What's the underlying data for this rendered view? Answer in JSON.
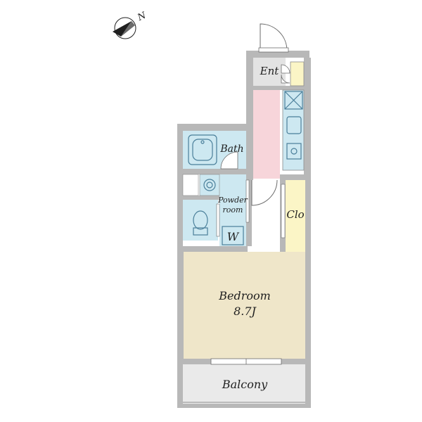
{
  "compass": {
    "label": "N"
  },
  "rooms": {
    "entrance": {
      "label": "Ent"
    },
    "bath": {
      "label": "Bath"
    },
    "powder_room": {
      "line1": "Powder",
      "line2": "room"
    },
    "washer": {
      "label": "W"
    },
    "closet": {
      "label": "Clo"
    },
    "bedroom": {
      "label": "Bedroom",
      "size": "8.7J"
    },
    "balcony": {
      "label": "Balcony"
    }
  },
  "colors": {
    "bedroom": "#efe6c9",
    "wet_areas": "#cde8f1",
    "kitchen_hall": "#f7d5da",
    "closet": "#fbf5c6",
    "entrance": "#e3e3e3",
    "balcony": "#eaeaea",
    "wall": "#b8b8b8"
  }
}
